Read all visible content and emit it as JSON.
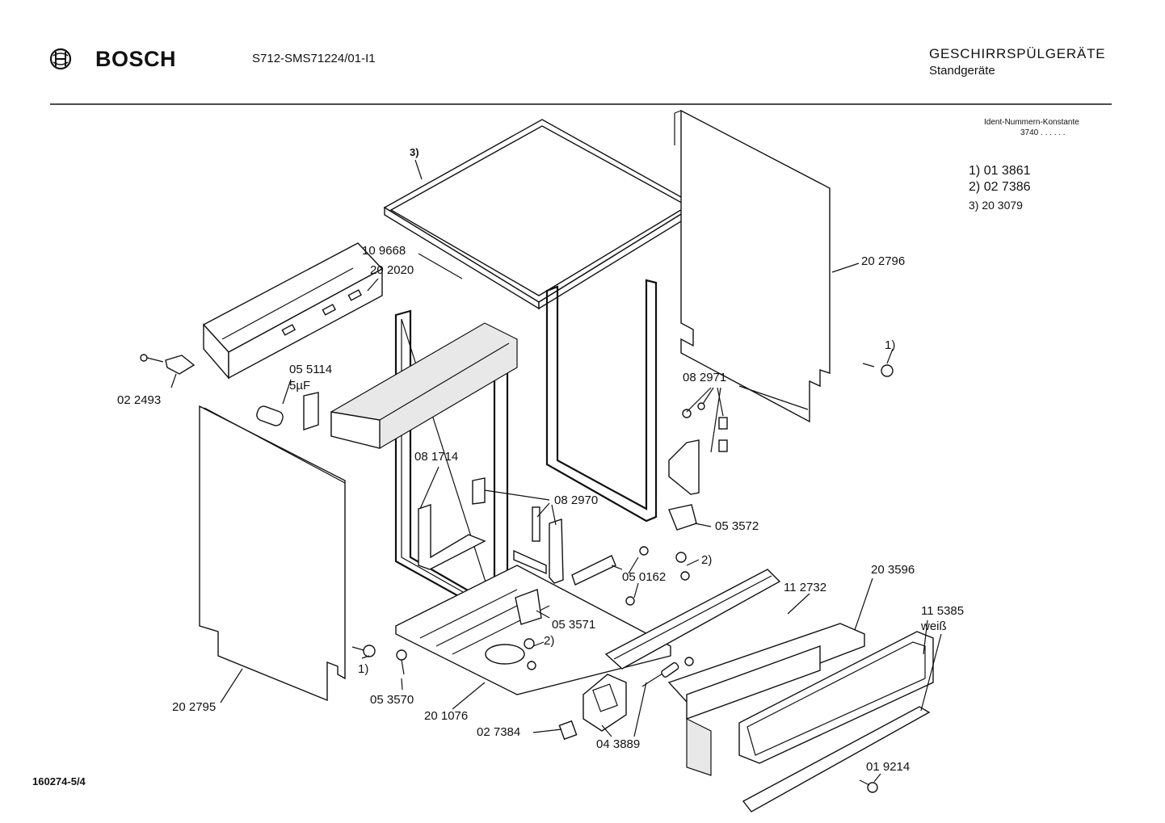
{
  "header": {
    "brand": "BOSCH",
    "model": "S712-SMS71224/01-I1",
    "category": "GESCHIRRSPÜLGERÄTE",
    "subcategory": "Standgeräte"
  },
  "ident": {
    "title": "Ident-Nummern-Konstante",
    "value": "3740  . .   . . . ."
  },
  "notes": [
    {
      "key": "1)",
      "value": "01 3861"
    },
    {
      "key": "2)",
      "value": "02 7386"
    },
    {
      "key": "3)",
      "value": "20 3079"
    }
  ],
  "labels": {
    "l3": "3)",
    "l109668": "10 9668",
    "l202020": "20 2020",
    "l202796": "20 2796",
    "l1a": "1)",
    "l022493": "02 2493",
    "l055114": "05 5114",
    "l5uf": "5µF",
    "l082971": "08 2971",
    "l081714": "08 1714",
    "l082970": "08 2970",
    "l053572": "05 3572",
    "l050162": "05 0162",
    "l2a": "2)",
    "l112732": "11 2732",
    "l203596": "20 3596",
    "l053571": "05 3571",
    "l115385": "11 5385",
    "lweiss": "weiß",
    "l2b": "2)",
    "l1b": "1)",
    "l053570": "05 3570",
    "l202795": "20 2795",
    "l201076": "20 1076",
    "l027384": "02 7384",
    "l043889": "04 3889",
    "l019214": "01 9214"
  },
  "footer": {
    "doc_number": "160274-5/4"
  },
  "icons": [
    "bosch-logo-icon"
  ]
}
